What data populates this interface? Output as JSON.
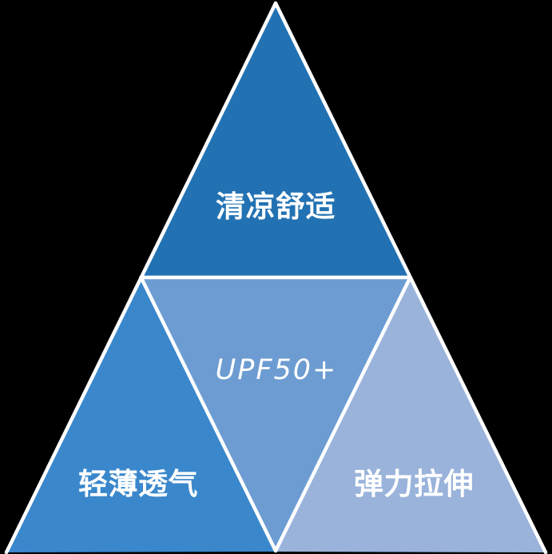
{
  "diagram": {
    "type": "segmented-pyramid",
    "background_color": "#000000",
    "divider_color": "#ffffff",
    "label_color": "#ffffff",
    "segments": {
      "top": {
        "label": "清凉舒适",
        "color": "#2272b3"
      },
      "center": {
        "label": "UPF50+",
        "color": "#6c9cd2"
      },
      "bottom_left": {
        "label": "轻薄透气",
        "color": "#3a87cc"
      },
      "bottom_right": {
        "label": "弹力拉伸",
        "color": "#9ab3db"
      }
    }
  }
}
